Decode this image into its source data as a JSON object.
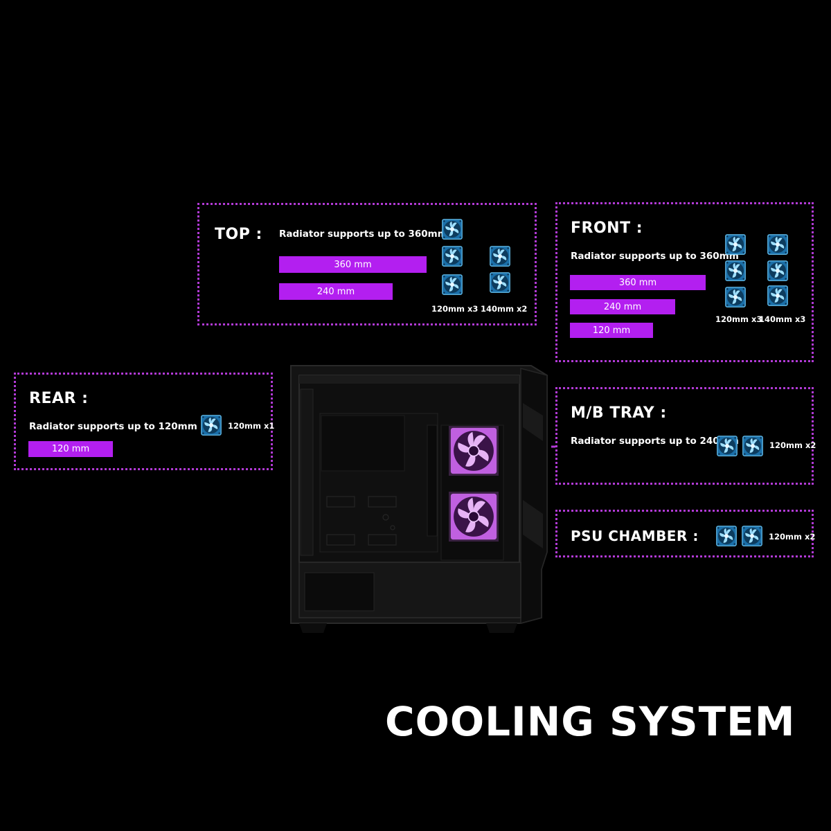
{
  "title": "COOLING SYSTEM",
  "colors": {
    "accent_purple": "#b31ff0",
    "panel_border": "#b23ad6",
    "fan_icon_blue": "#2c9bd9",
    "case_fan_glow": "#d07be8"
  },
  "icons": {
    "fan": "fan-icon",
    "case": "pc-case-illustration"
  },
  "top": {
    "title": "TOP :",
    "text": "Radiator supports up to 360mm",
    "bars": [
      "360 mm",
      "240 mm"
    ],
    "fan_labels": [
      "120mm x3",
      "140mm x2"
    ]
  },
  "front": {
    "title": "FRONT :",
    "text": "Radiator supports up to 360mm",
    "bars": [
      "360 mm",
      "240 mm",
      "120 mm"
    ],
    "fan_labels": [
      "120mm x3",
      "140mm x3"
    ]
  },
  "rear": {
    "title": "REAR :",
    "text": "Radiator supports up to 120mm",
    "bars": [
      "120 mm"
    ],
    "fan_labels": [
      "120mm x1"
    ]
  },
  "mbtray": {
    "title": "M/B TRAY :",
    "text": "Radiator supports up to 240mm",
    "fan_labels": [
      "120mm x2"
    ]
  },
  "psu": {
    "title": "PSU CHAMBER :",
    "fan_labels": [
      "120mm x2"
    ]
  }
}
